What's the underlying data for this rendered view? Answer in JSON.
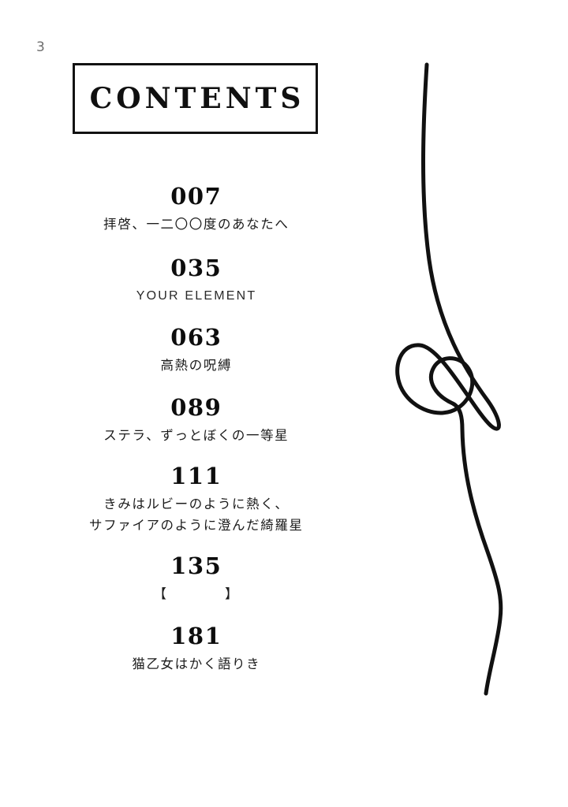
{
  "page": {
    "folio": "3",
    "background_color": "#ffffff",
    "ink_color": "#121212"
  },
  "heading": {
    "title": "CONTENTS"
  },
  "toc": {
    "entries": [
      {
        "number": "007",
        "title_lines": [
          "拝啓、一二〇〇度のあなたへ"
        ],
        "script": "japanese"
      },
      {
        "number": "035",
        "title_lines": [
          "YOUR ELEMENT"
        ],
        "script": "latin"
      },
      {
        "number": "063",
        "title_lines": [
          "高熱の呪縛"
        ],
        "script": "japanese"
      },
      {
        "number": "089",
        "title_lines": [
          "ステラ、ずっとぼくの一等星"
        ],
        "script": "japanese"
      },
      {
        "number": "111",
        "title_lines": [
          "きみはルビーのように熱く、",
          "サファイアのように澄んだ綺羅星"
        ],
        "script": "japanese"
      },
      {
        "number": "135",
        "title_lines": [
          "【　　　　】"
        ],
        "script": "bracketed"
      },
      {
        "number": "181",
        "title_lines": [
          "猫乙女はかく語りき"
        ],
        "script": "japanese"
      }
    ]
  },
  "ornament": {
    "name": "flowing-line-art",
    "stroke_color": "#111111",
    "stroke_width": 5
  }
}
